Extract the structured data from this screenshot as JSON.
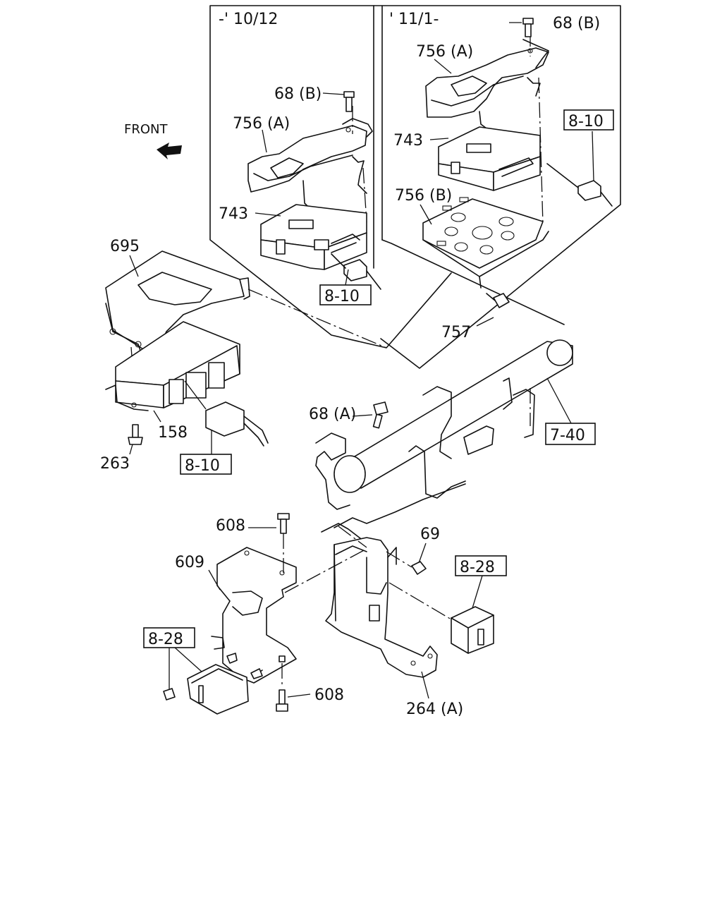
{
  "diagram": {
    "front_label": "FRONT",
    "variants": [
      {
        "period": "-' 10/12"
      },
      {
        "period": "' 11/1-"
      }
    ],
    "callouts": {
      "p68b_left": "68 (B)",
      "p756a_left": "756 (A)",
      "p743_left": "743",
      "ref810_left": "8-10",
      "p68b_right": "68 (B)",
      "p756a_right": "756 (A)",
      "p743_right": "743",
      "ref810_right": "8-10",
      "p756b_right": "756 (B)",
      "p757": "757",
      "p695": "695",
      "p158": "158",
      "p263": "263",
      "ref810_bottom": "8-10",
      "p68a": "68 (A)",
      "ref740": "7-40",
      "p608_top": "608",
      "p609": "609",
      "p69": "69",
      "ref828_right": "8-28",
      "ref828_left": "8-28",
      "p608_bottom": "608",
      "p264a": "264 (A)"
    }
  }
}
